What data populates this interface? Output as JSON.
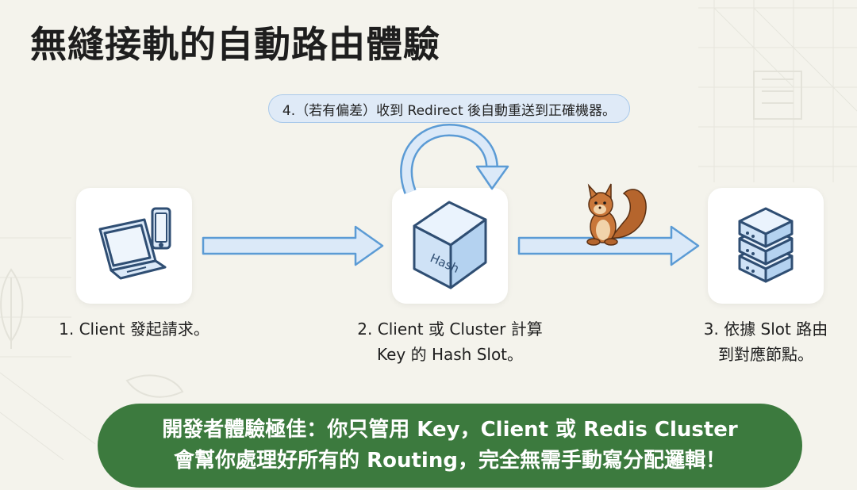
{
  "title": "無縫接軌的自動路由體驗",
  "redirect_note": "4.（若有偏差）收到 Redirect 後自動重送到正確機器。",
  "steps": [
    {
      "lines": [
        "1. Client 發起請求。"
      ],
      "icon": "laptop-phone-icon"
    },
    {
      "lines": [
        "2. Client 或 Cluster 計算",
        "Key 的 Hash Slot。"
      ],
      "icon": "hash-cube-icon",
      "cube_text": "Hash"
    },
    {
      "lines": [
        "3. 依據 Slot 路由",
        "到對應節點。"
      ],
      "icon": "server-stack-icon"
    }
  ],
  "summary": {
    "line1": "開發者體驗極佳：你只管用 Key，Client 或 Redis Cluster",
    "line2": "會幫你處理好所有的 Routing，完全無需手動寫分配邏輯！"
  },
  "colors": {
    "background": "#f4f3ec",
    "accent_blue": "#5b9bd5",
    "arrow_fill": "#dbe9f8",
    "pill_fill": "#dfeaf7",
    "summary_green": "#3c7a3e",
    "squirrel": "#b5652d"
  }
}
